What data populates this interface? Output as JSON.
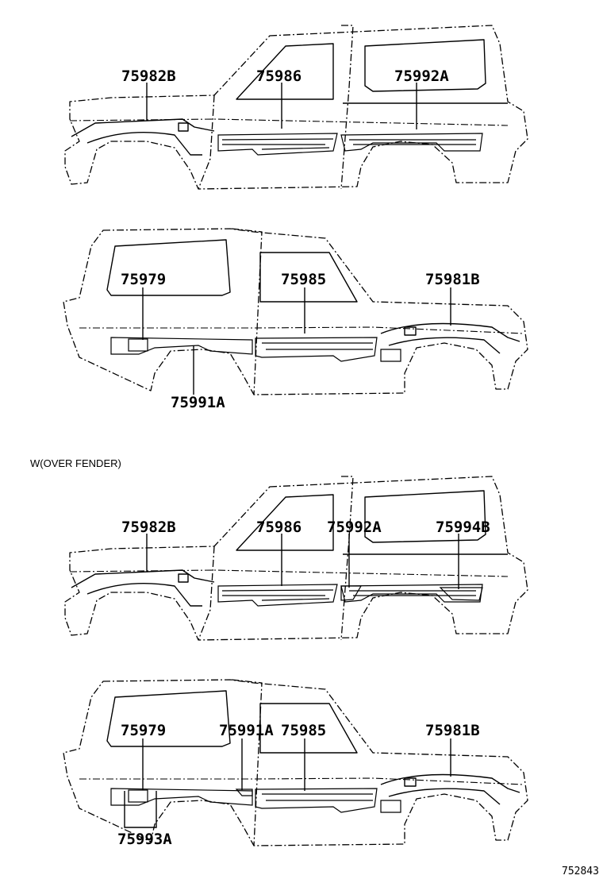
{
  "variant_note": "W(OVER FENDER)",
  "drawing_number": "752843",
  "views": [
    {
      "labels": [
        "75982B",
        "75986",
        "75992A"
      ]
    },
    {
      "labels": [
        "75979",
        "75985",
        "75981B",
        "75991A"
      ]
    },
    {
      "labels": [
        "75982B",
        "75986",
        "75992A",
        "75994B"
      ]
    },
    {
      "labels": [
        "75979",
        "75991A",
        "75985",
        "75981B",
        "75993A"
      ]
    }
  ]
}
